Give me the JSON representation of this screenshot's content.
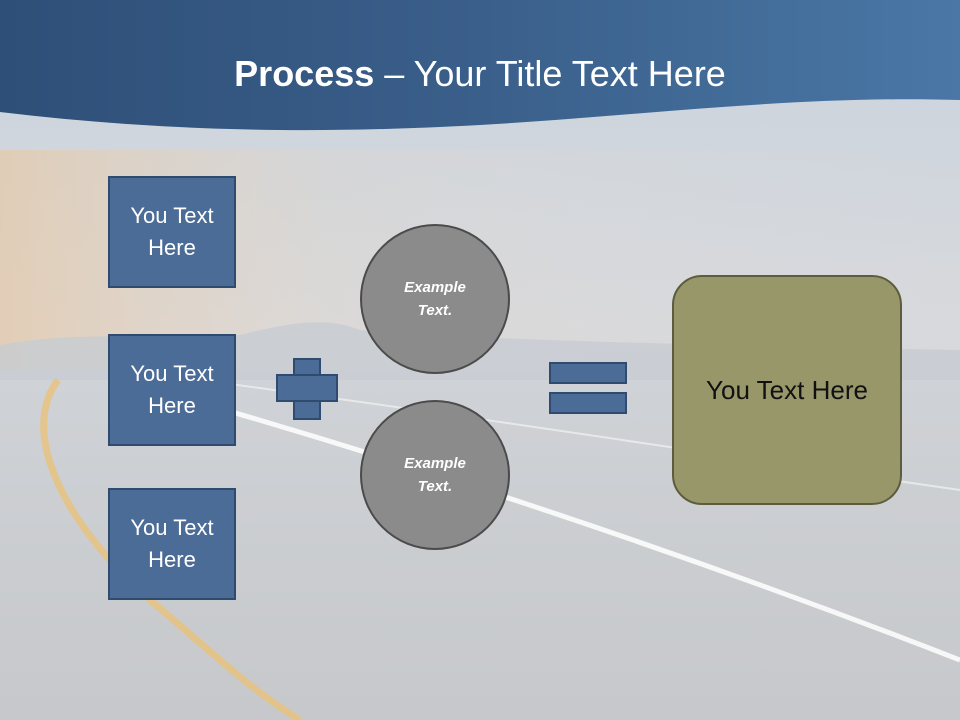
{
  "slide": {
    "title_bold": "Process",
    "title_dash": " – ",
    "title_rest": "Your Title Text Here"
  },
  "left_boxes": [
    {
      "label": "You Text Here"
    },
    {
      "label": "You Text Here"
    },
    {
      "label": "You Text Here"
    }
  ],
  "circles": [
    {
      "label": "Example Text."
    },
    {
      "label": "Example Text."
    }
  ],
  "result": {
    "label": "You Text Here"
  },
  "colors": {
    "header": "#3f6690",
    "box_fill": "#4a6c97",
    "circle_fill": "#8b8b8b",
    "result_fill": "#98976a"
  }
}
